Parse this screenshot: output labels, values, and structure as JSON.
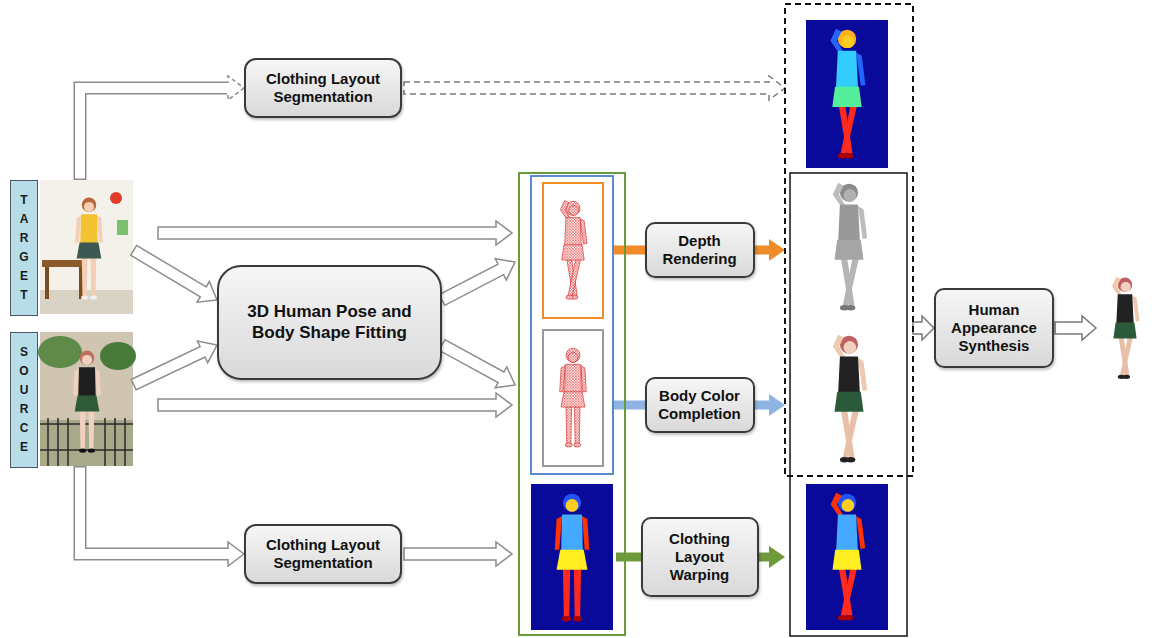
{
  "diagram": {
    "nodes": [
      {
        "text": [
          "TARGET"
        ]
      },
      {
        "text": [
          "SOURCE"
        ]
      },
      {
        "text": [
          "Clothing Layout Segmentation"
        ]
      },
      {
        "text": [
          "3D Human Pose and Body Shape Fitting"
        ]
      },
      {
        "text": [
          "Clothing Layout Segmentation"
        ]
      },
      {
        "text": [
          "Depth Rendering"
        ]
      },
      {
        "text": [
          "Body Color Completion"
        ]
      },
      {
        "text": [
          "Clothing Layout Warping"
        ]
      },
      {
        "text": [
          "Human Appearance Synthesis"
        ]
      }
    ],
    "edges": [
      {
        "from": 0,
        "to": 2,
        "arrow": "to"
      },
      {
        "from": 0,
        "to": 3,
        "arrow": "to"
      },
      {
        "from": 1,
        "to": 3,
        "arrow": "to"
      },
      {
        "from": 1,
        "to": 4,
        "arrow": "to"
      }
    ]
  }
}
